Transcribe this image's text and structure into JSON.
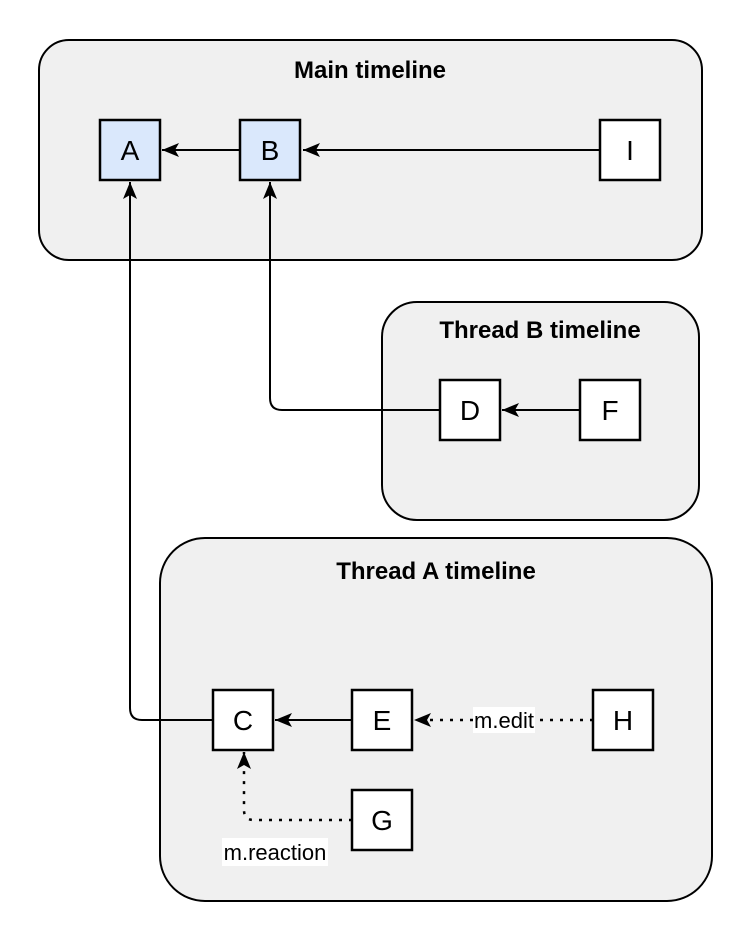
{
  "diagram": {
    "description": "Event DAG diagram with a main timeline and two thread timelines",
    "colors": {
      "page_background": "#ffffff",
      "container_fill": "#f0f0f0",
      "container_stroke": "#000000",
      "node_fill": "#ffffff",
      "node_highlight_fill": "#dae8fc",
      "node_stroke": "#000000",
      "edge_color": "#000000",
      "label_background": "#ffffff",
      "text_color": "#000000"
    },
    "containers": [
      {
        "id": "main",
        "title": "Main timeline"
      },
      {
        "id": "thread-b",
        "title": "Thread B timeline"
      },
      {
        "id": "thread-a",
        "title": "Thread A timeline"
      }
    ],
    "nodes": [
      {
        "id": "A",
        "label": "A",
        "container": "main",
        "highlighted": true
      },
      {
        "id": "B",
        "label": "B",
        "container": "main",
        "highlighted": true
      },
      {
        "id": "I",
        "label": "I",
        "container": "main",
        "highlighted": false
      },
      {
        "id": "D",
        "label": "D",
        "container": "thread-b",
        "highlighted": false
      },
      {
        "id": "F",
        "label": "F",
        "container": "thread-b",
        "highlighted": false
      },
      {
        "id": "C",
        "label": "C",
        "container": "thread-a",
        "highlighted": false
      },
      {
        "id": "E",
        "label": "E",
        "container": "thread-a",
        "highlighted": false
      },
      {
        "id": "H",
        "label": "H",
        "container": "thread-a",
        "highlighted": false
      },
      {
        "id": "G",
        "label": "G",
        "container": "thread-a",
        "highlighted": false
      }
    ],
    "edges": [
      {
        "from": "B",
        "to": "A",
        "style": "solid"
      },
      {
        "from": "I",
        "to": "B",
        "style": "solid"
      },
      {
        "from": "F",
        "to": "D",
        "style": "solid"
      },
      {
        "from": "D",
        "to": "B",
        "style": "solid"
      },
      {
        "from": "E",
        "to": "C",
        "style": "solid"
      },
      {
        "from": "C",
        "to": "A",
        "style": "solid"
      },
      {
        "from": "H",
        "to": "E",
        "style": "dotted",
        "label": "m.edit"
      },
      {
        "from": "G",
        "to": "C",
        "style": "dotted",
        "label": "m.reaction"
      }
    ]
  }
}
